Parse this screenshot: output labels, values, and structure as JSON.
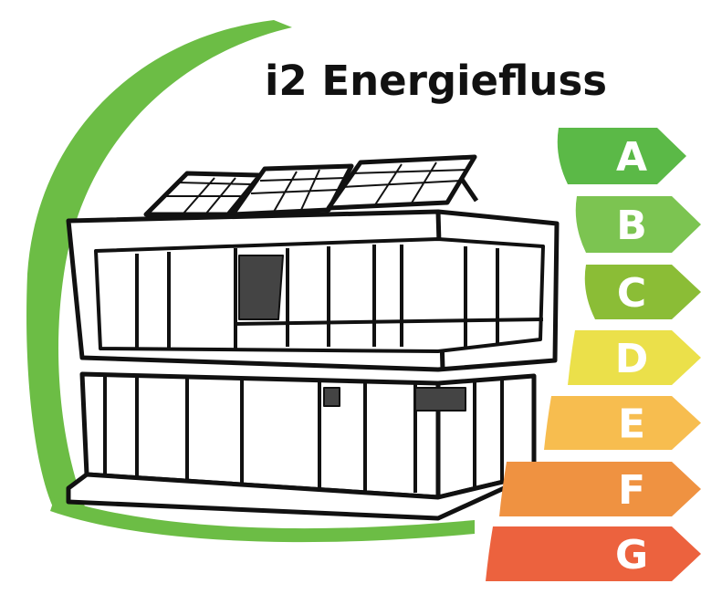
{
  "title": "i2 Energiefluss",
  "energy_classes": [
    {
      "label": "A",
      "color": "#5bb947"
    },
    {
      "label": "B",
      "color": "#7cc451"
    },
    {
      "label": "C",
      "color": "#8bbd36"
    },
    {
      "label": "D",
      "color": "#ebe04a"
    },
    {
      "label": "E",
      "color": "#f7bd4f"
    },
    {
      "label": "F",
      "color": "#ef9241"
    },
    {
      "label": "G",
      "color": "#ec623e"
    }
  ],
  "arc_color": "#6cbd45"
}
